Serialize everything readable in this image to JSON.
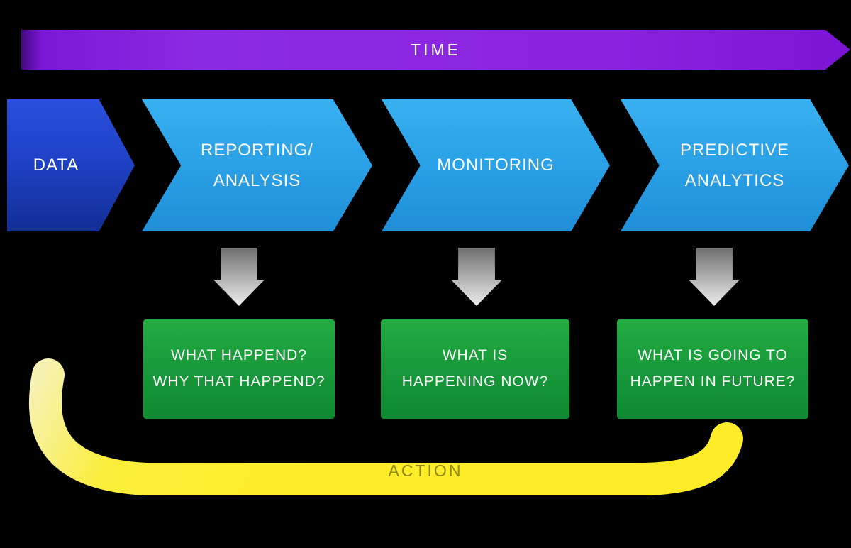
{
  "time_bar": {
    "label": "TIME"
  },
  "flow": {
    "data": {
      "line1": "DATA"
    },
    "reporting": {
      "line1": "REPORTING/",
      "line2": "ANALYSIS"
    },
    "monitoring": {
      "line1": "MONITORING"
    },
    "predictive": {
      "line1": "PREDICTIVE",
      "line2": "ANALYTICS"
    }
  },
  "boxes": [
    {
      "line1": "WHAT HAPPEND?",
      "line2": "WHY THAT HAPPEND?"
    },
    {
      "line1": "WHAT IS",
      "line2": "HAPPENING NOW?"
    },
    {
      "line1": "WHAT IS GOING TO",
      "line2": "HAPPEN IN FUTURE?"
    }
  ],
  "action": {
    "label": "ACTION"
  },
  "colors": {
    "background": "#000000",
    "time_purple": "#8a23e0",
    "data_blue": "#1f42c8",
    "stage_blue": "#2aa0e6",
    "box_green": "#18993a",
    "down_gray": "#a9a9a9",
    "action_yellow": "#fbee3c",
    "action_text": "#8e8a0e",
    "label_text": "#ffffff"
  }
}
